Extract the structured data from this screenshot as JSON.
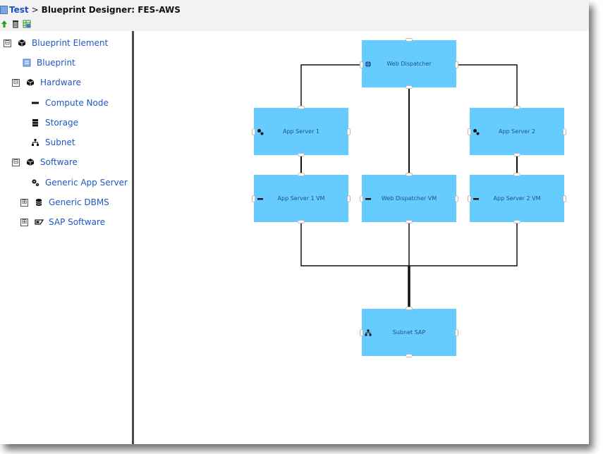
{
  "header": {
    "breadcrumb": {
      "root": "Test",
      "separator": ">",
      "current": "Blueprint Designer: FES-AWS"
    },
    "toolbar": [
      "arrow-up-icon",
      "trash-icon",
      "grid-icon"
    ]
  },
  "tree": {
    "items": [
      {
        "label": "Blueprint Element",
        "toggle": "⊟",
        "icon": "cube-icon"
      },
      {
        "label": "Blueprint",
        "toggle": "",
        "icon": "blueprint-icon"
      },
      {
        "label": "Hardware",
        "toggle": "⊟",
        "icon": "cube-icon"
      },
      {
        "label": "Compute Node",
        "toggle": "",
        "icon": "server-icon"
      },
      {
        "label": "Storage",
        "toggle": "",
        "icon": "database-icon"
      },
      {
        "label": "Subnet",
        "toggle": "",
        "icon": "network-icon"
      },
      {
        "label": "Software",
        "toggle": "⊟",
        "icon": "cube-icon"
      },
      {
        "label": "Generic App Server",
        "toggle": "",
        "icon": "gears-icon"
      },
      {
        "label": "Generic DBMS",
        "toggle": "⊞",
        "icon": "database-icon"
      },
      {
        "label": "SAP Software",
        "toggle": "⊞",
        "icon": "sap-icon"
      }
    ]
  },
  "diagram": {
    "nodes": {
      "web_dispatcher": "Web Dispatcher",
      "app_server_1": "App Server 1",
      "app_server_2": "App Server 2",
      "app_server_1_vm": "App Server 1 VM",
      "web_dispatcher_vm": "Web Dispatcher VM",
      "app_server_2_vm": "App Server 2 VM",
      "subnet_sap": "Subnet SAP"
    },
    "node_color": "#66ccff",
    "text_color": "#1d4e8c"
  }
}
